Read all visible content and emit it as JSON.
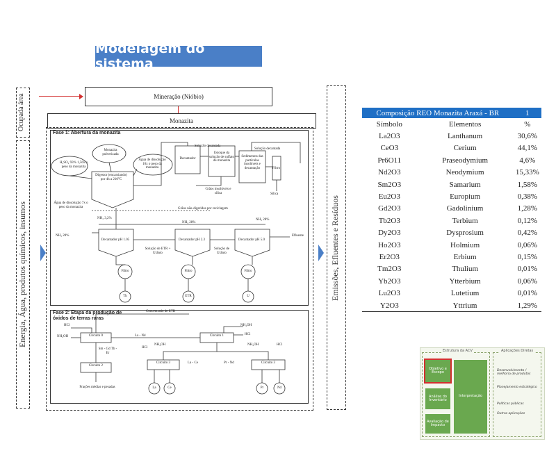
{
  "title": "Modelagem do sistema",
  "left_labels": {
    "occupied_area": "Ocupada área",
    "inputs": "Energia, Água, produtos químicos, insumos"
  },
  "right_label": "Emissões, Efluentes e Resíduos",
  "top_boxes": {
    "mining": "Mineração (Nióbio)",
    "monazite": "Monazita"
  },
  "phase1": {
    "title": "Fase 1: Abertura da monazita",
    "h2so4": "H₂SO₄ 93% 1,56x o peso da monazita",
    "powder": "Monazita pulverizada",
    "dissolution_water": "Água de dissolução 10x o peso da monazita",
    "digestor": "Digestor (encarsiando) por 4h a 210°C",
    "decanted1": "Solução decantada",
    "decanted2": "Solução decantada",
    "decanter": "Decantador",
    "stir": "Estoque da solução de sulfato de monazita",
    "sediment": "Sedimentos das partículas insolúveis e decantação",
    "filter": "Filtro",
    "silica": "Sílica",
    "insoluble": "Grãos insolúveis e sílica",
    "undigested": "Grãos não-digeridos por reciclagem",
    "water7x": "Água de dissolução 7x o peso da monazita",
    "nh3_1": "NH₃ 3,2%",
    "nh3_2": "NH₃ 28%",
    "nh3_3": "NH₃ 28%",
    "nh3_4": "NH₃ 28%",
    "dec1": "Decantador pH 1.05",
    "dec2": "Decantador pH 2.3",
    "dec3": "Decantador pH 5.0",
    "etr_u": "Solução de ETR + Urânio",
    "u_sol": "Solução de Urânio",
    "effluent": "Efluente",
    "filtro1": "Filtro",
    "filtro2": "Filtro",
    "filtro3": "Filtro",
    "out1": "Th",
    "out2": "ETR",
    "out3": "U"
  },
  "phase2": {
    "title": "Fase 2: Etapa da produção de óxidos de terras raras",
    "concentrate": "Concentrado de ETR",
    "hcl": "HCl",
    "nh4oh": "NH₄OH",
    "c0": "Circuito 0",
    "c1": "Circuito 1",
    "c2": "Circuito 2",
    "c3a": "Circuito 3",
    "c3b": "Circuito 3",
    "la_nd": "La - Nd",
    "sm_gd": "Sm - Gd Tb - Er",
    "la_ce": "La - Ce",
    "pr_nd": "Pr - Nd",
    "heavy": "Frações médias e pesadas",
    "p_la": "La",
    "p_ce": "Ce",
    "p_pr": "Pr",
    "p_nd": "Nd"
  },
  "table": {
    "header": [
      "Composição REO Monazita Araxá - BR",
      "1"
    ],
    "col_headers": [
      "Símbolo",
      "Elementos",
      "%"
    ],
    "rows": [
      [
        "La2O3",
        "Lanthanum",
        "30,6%"
      ],
      [
        "CeO3",
        "Cerium",
        "44,1%"
      ],
      [
        "Pr6O11",
        "Praseodymium",
        "4,6%"
      ],
      [
        "Nd2O3",
        "Neodymium",
        "15,33%"
      ],
      [
        "Sm2O3",
        "Samarium",
        "1,58%"
      ],
      [
        "Eu2O3",
        "Europium",
        "0,38%"
      ],
      [
        "Gd2O3",
        "Gadolinium",
        "1,28%"
      ],
      [
        "Tb2O3",
        "Terbium",
        "0,12%"
      ],
      [
        "Dy2O3",
        "Dysprosium",
        "0,42%"
      ],
      [
        "Ho2O3",
        "Holmium",
        "0,06%"
      ],
      [
        "Er2O3",
        "Erbium",
        "0,15%"
      ],
      [
        "Tm2O3",
        "Thulium",
        "0,01%"
      ],
      [
        "Yb2O3",
        "Ytterbium",
        "0,06%"
      ],
      [
        "Lu2O3",
        "Lutetium",
        "0,01%"
      ],
      [
        "Y2O3",
        "Yttrium",
        "1,29%"
      ]
    ]
  },
  "acv": {
    "framework": "Estrutura da ACV",
    "applications": "Aplicações Diretas",
    "goal": "Objetivo e Escopo",
    "inventory": "Análise do Inventário",
    "impact": "Avaliação de Impacto",
    "interpretation": "Interpretação",
    "apps": [
      "Desenvolvimento / melhoria de produtos",
      "Planejamento estratégico",
      "Políticas públicas",
      "Outras aplicações"
    ]
  },
  "colors": {
    "banner": "#4a7fc7",
    "table_header": "#1f6fc5",
    "acv_green": "#6aa84f",
    "highlight": "#d32f2f",
    "arrow_red": "#d32f2f"
  }
}
